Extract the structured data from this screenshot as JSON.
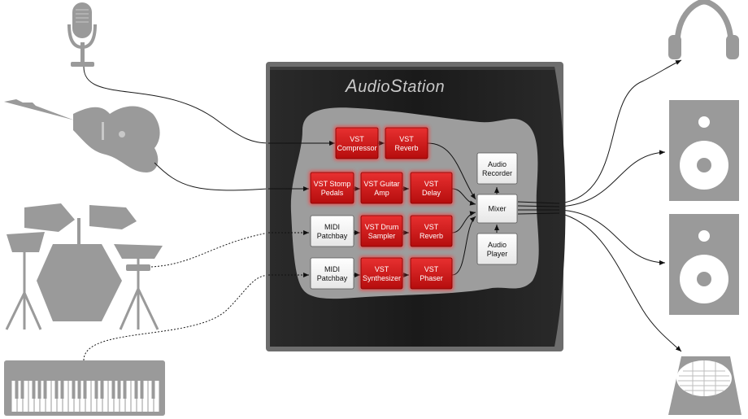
{
  "title": {
    "prefix_cap": "A",
    "prefix_rest": "udio",
    "suffix_cap": "S",
    "suffix_rest": "tation"
  },
  "colors": {
    "device_gray": "#9a9a9a",
    "panel_dark": "#1d1d1d",
    "panel_frame": "#6f6f6f",
    "inner_gray": "#9d9d9d",
    "vst_red": "#d31717",
    "vst_glow": "#ff3a3a",
    "box_white": "#ffffff",
    "wire": "#1a1a1a"
  },
  "inputs": [
    {
      "id": "microphone",
      "icon": "microphone-icon"
    },
    {
      "id": "guitar",
      "icon": "electric-guitar-icon"
    },
    {
      "id": "drums",
      "icon": "drum-kit-icon"
    },
    {
      "id": "keyboard",
      "icon": "midi-keyboard-icon"
    }
  ],
  "outputs": [
    {
      "id": "headphones",
      "icon": "headphones-icon"
    },
    {
      "id": "speaker-1",
      "icon": "speaker-icon"
    },
    {
      "id": "speaker-2",
      "icon": "speaker-icon"
    },
    {
      "id": "mixer-desk",
      "icon": "pad-controller-icon"
    }
  ],
  "nodes": {
    "vst_compressor": {
      "line1": "VST",
      "line2": "Compressor",
      "kind": "vst"
    },
    "vst_reverb_1": {
      "line1": "VST",
      "line2": "Reverb",
      "kind": "vst"
    },
    "vst_stomp": {
      "line1": "VST Stomp",
      "line2": "Pedals",
      "kind": "vst"
    },
    "vst_guitar_amp": {
      "line1": "VST Guitar",
      "line2": "Amp",
      "kind": "vst"
    },
    "vst_delay": {
      "line1": "VST",
      "line2": "Delay",
      "kind": "vst"
    },
    "midi_patchbay_1": {
      "line1": "MIDI",
      "line2": "Patchbay",
      "kind": "plain"
    },
    "vst_drum_sampler": {
      "line1": "VST Drum",
      "line2": "Sampler",
      "kind": "vst"
    },
    "vst_reverb_2": {
      "line1": "VST",
      "line2": "Reverb",
      "kind": "vst"
    },
    "midi_patchbay_2": {
      "line1": "MIDI",
      "line2": "Patchbay",
      "kind": "plain"
    },
    "vst_synthesizer": {
      "line1": "VST",
      "line2": "Synthesizer",
      "kind": "vst"
    },
    "vst_phaser": {
      "line1": "VST",
      "line2": "Phaser",
      "kind": "vst"
    },
    "audio_recorder": {
      "line1": "Audio",
      "line2": "Recorder",
      "kind": "plain"
    },
    "mixer": {
      "line1": "Mixer",
      "line2": "",
      "kind": "plain"
    },
    "audio_player": {
      "line1": "Audio",
      "line2": "Player",
      "kind": "plain"
    }
  }
}
